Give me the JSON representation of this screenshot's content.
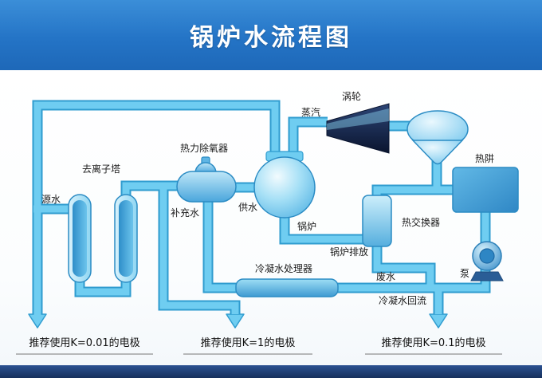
{
  "header": {
    "title": "锅炉水流程图"
  },
  "diagram": {
    "labels": {
      "source_water": "源水",
      "deionization_tower": "去离子塔",
      "thermal_deaerator": "热力除氧器",
      "makeup_water": "补充水",
      "feed_water": "供水",
      "boiler": "锅炉",
      "steam": "蒸汽",
      "turbine": "涡轮",
      "heat_sink": "热阱",
      "heat_exchanger": "热交换器",
      "boiler_blowdown": "锅炉排放",
      "waste_water": "废水",
      "condensate_polisher": "冷凝水处理器",
      "condensate_return": "冷凝水回流",
      "pump": "泵"
    },
    "recommendations": [
      "推荐使用K=0.01的电极",
      "推荐使用K=1的电极",
      "推荐使用K=0.1的电极"
    ],
    "colors": {
      "header_blue": "#2474c6",
      "pipe_fill": "#6fcdf1",
      "pipe_edge": "#2f9ccf",
      "vessel_blue": "#4aa6dc",
      "turbine_navy": "#0a1430",
      "footer_navy": "#16305c"
    }
  }
}
